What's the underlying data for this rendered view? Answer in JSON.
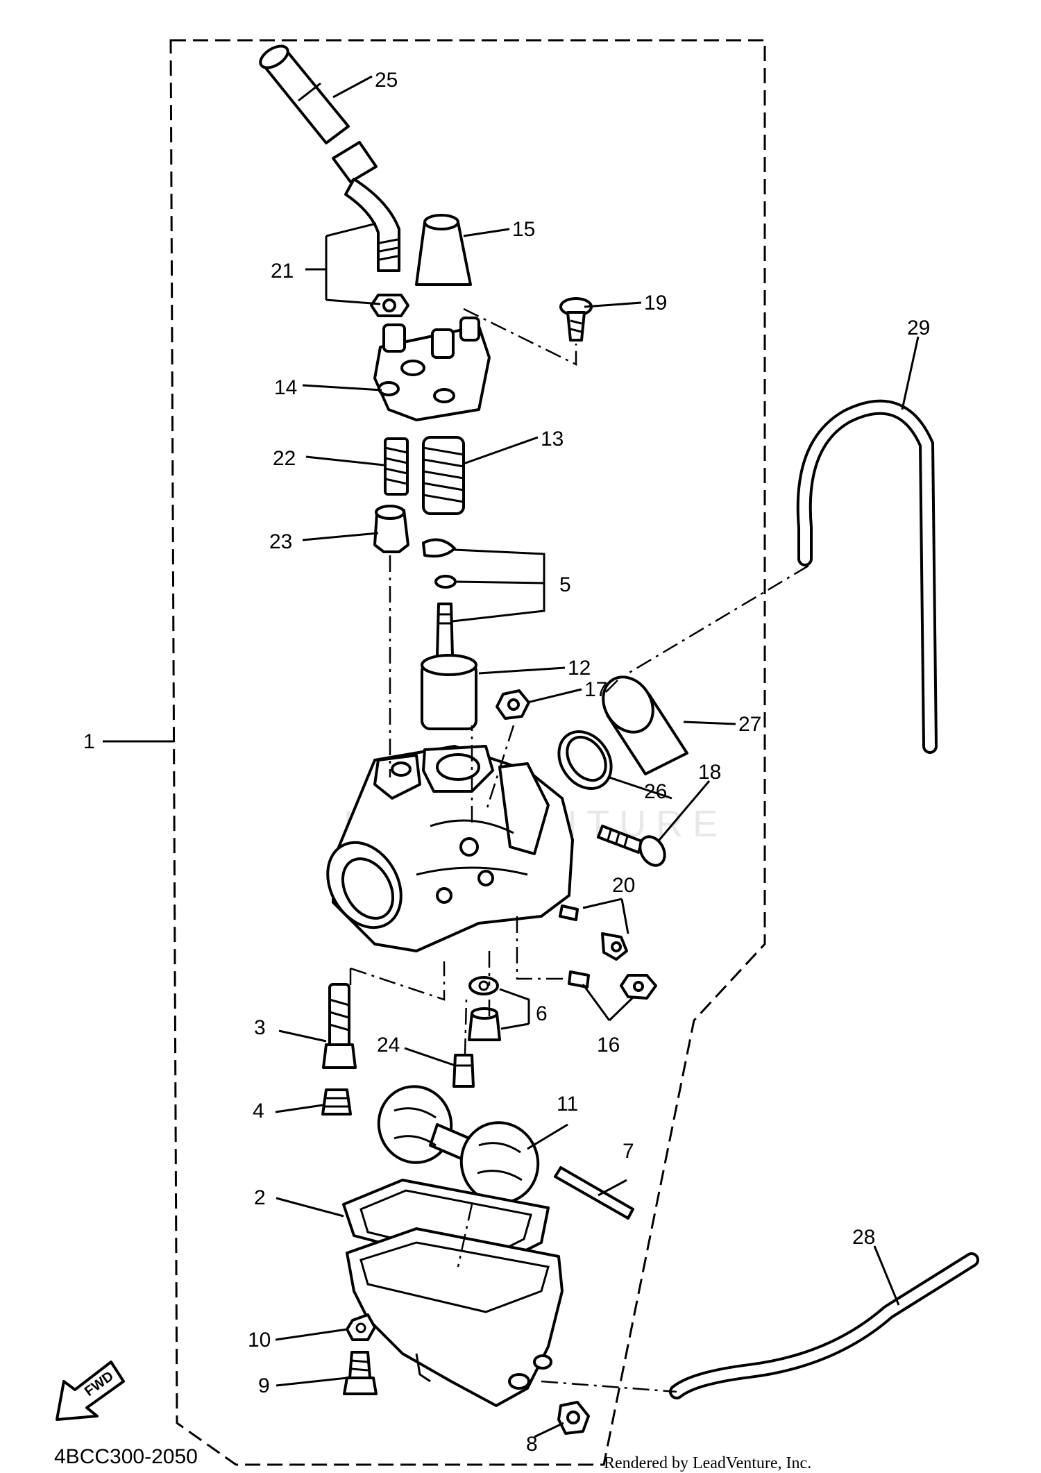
{
  "watermark": "LEADVENTURE",
  "fwd_label": "FWD",
  "diagram_code": "4BCC300-2050",
  "credit": "Rendered by LeadVenture, Inc.",
  "callouts": [
    {
      "id": "25",
      "text": "25"
    },
    {
      "id": "15",
      "text": "15"
    },
    {
      "id": "21",
      "text": "21"
    },
    {
      "id": "19",
      "text": "19"
    },
    {
      "id": "29",
      "text": "29"
    },
    {
      "id": "14",
      "text": "14"
    },
    {
      "id": "22",
      "text": "22"
    },
    {
      "id": "13",
      "text": "13"
    },
    {
      "id": "23",
      "text": "23"
    },
    {
      "id": "5",
      "text": "5"
    },
    {
      "id": "12",
      "text": "12"
    },
    {
      "id": "17",
      "text": "17"
    },
    {
      "id": "27",
      "text": "27"
    },
    {
      "id": "1",
      "text": "1"
    },
    {
      "id": "18",
      "text": "18"
    },
    {
      "id": "26",
      "text": "26"
    },
    {
      "id": "20",
      "text": "20"
    },
    {
      "id": "6",
      "text": "6"
    },
    {
      "id": "3",
      "text": "3"
    },
    {
      "id": "24",
      "text": "24"
    },
    {
      "id": "16",
      "text": "16"
    },
    {
      "id": "4",
      "text": "4"
    },
    {
      "id": "11",
      "text": "11"
    },
    {
      "id": "7",
      "text": "7"
    },
    {
      "id": "2",
      "text": "2"
    },
    {
      "id": "28",
      "text": "28"
    },
    {
      "id": "10",
      "text": "10"
    },
    {
      "id": "9",
      "text": "9"
    },
    {
      "id": "8",
      "text": "8"
    }
  ]
}
